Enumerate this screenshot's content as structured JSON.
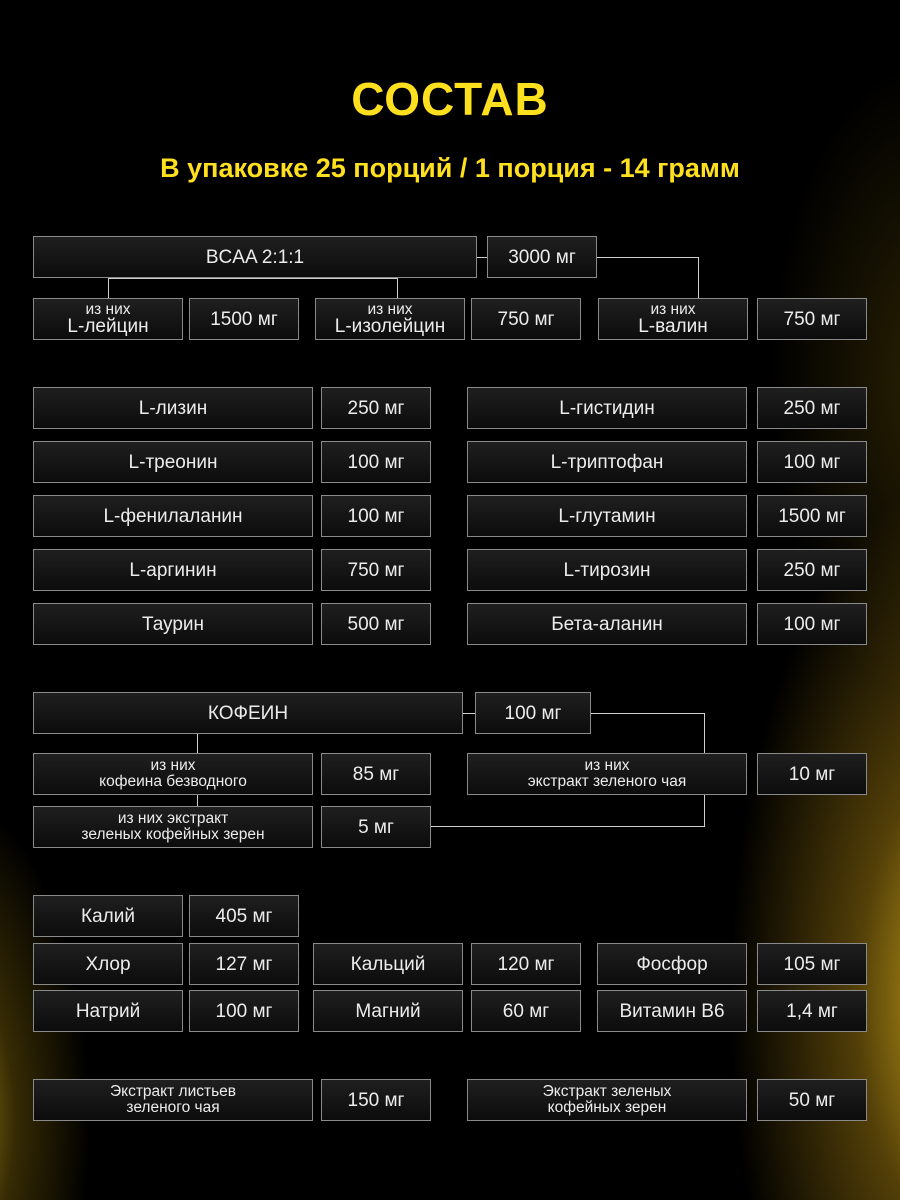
{
  "header": {
    "title": "СОСТАВ",
    "subtitle": "В упаковке 25 порций / 1 порция - 14 грамм"
  },
  "bcaa": {
    "name": "BCAA 2:1:1",
    "amount": "3000 мг",
    "items": [
      {
        "prefix": "из них",
        "name": "L-лейцин",
        "amount": "1500 мг"
      },
      {
        "prefix": "из них",
        "name": "L-изолейцин",
        "amount": "750 мг"
      },
      {
        "prefix": "из них",
        "name": "L-валин",
        "amount": "750 мг"
      }
    ]
  },
  "amino_left": [
    {
      "name": "L-лизин",
      "amount": "250 мг"
    },
    {
      "name": "L-треонин",
      "amount": "100 мг"
    },
    {
      "name": "L-фенилаланин",
      "amount": "100 мг"
    },
    {
      "name": "L-аргинин",
      "amount": "750 мг"
    },
    {
      "name": "Таурин",
      "amount": "500 мг"
    }
  ],
  "amino_right": [
    {
      "name": "L-гистидин",
      "amount": "250 мг"
    },
    {
      "name": "L-триптофан",
      "amount": "100 мг"
    },
    {
      "name": "L-глутамин",
      "amount": "1500 мг"
    },
    {
      "name": "L-тирозин",
      "amount": "250 мг"
    },
    {
      "name": "Бета-аланин",
      "amount": "100 мг"
    }
  ],
  "caffeine": {
    "name": "КОФЕИН",
    "amount": "100 мг",
    "anhydrous": {
      "line1": "из них",
      "line2": "кофеина безводного",
      "amount": "85 мг"
    },
    "green_beans": {
      "line1": "из них экстракт",
      "line2": "зеленых кофейных зерен",
      "amount": "5 мг"
    },
    "green_tea": {
      "line1": "из них",
      "line2": "экстракт зеленого чая",
      "amount": "10 мг"
    }
  },
  "minerals": {
    "potassium": {
      "name": "Калий",
      "amount": "405 мг"
    },
    "chlorine": {
      "name": "Хлор",
      "amount": "127 мг"
    },
    "sodium": {
      "name": "Натрий",
      "amount": "100 мг"
    },
    "calcium": {
      "name": "Кальций",
      "amount": "120 мг"
    },
    "magnesium": {
      "name": "Магний",
      "amount": "60 мг"
    },
    "phosphorus": {
      "name": "Фосфор",
      "amount": "105 мг"
    },
    "vitamin_b6": {
      "name": "Витамин В6",
      "amount": "1,4 мг"
    }
  },
  "extracts": [
    {
      "line1": "Экстракт листьев",
      "line2": "зеленого чая",
      "amount": "150 мг"
    },
    {
      "line1": "Экстракт зеленых",
      "line2": "кофейных зерен",
      "amount": "50 мг"
    }
  ]
}
